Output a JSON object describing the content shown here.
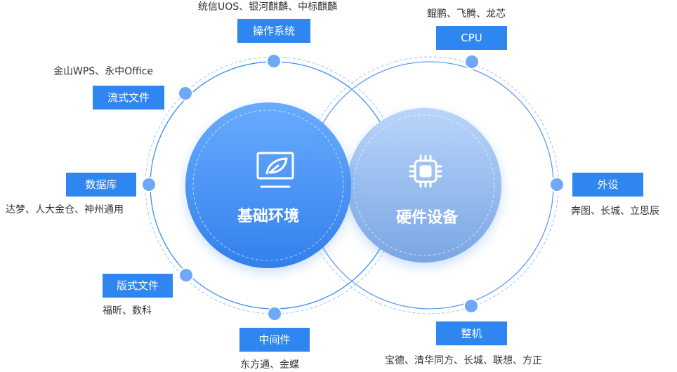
{
  "colors": {
    "primary": "#2f86f0",
    "left_circle_top": "#5fa8ff",
    "left_circle_bottom": "#2f7fee",
    "right_circle_top": "#b7d4fa",
    "right_circle_bottom": "#7ea9e6",
    "ring": "#3d8ef2",
    "dot": "#6aa6f7"
  },
  "center": {
    "left_label": "基础环境",
    "right_label": "硬件设备",
    "left_icon": "monitor-leaf-icon",
    "right_icon": "chip-icon"
  },
  "nodes": {
    "os": {
      "label": "操作系统",
      "desc": "统信UOS、银河麒麟、中标麒麟"
    },
    "flow_doc": {
      "label": "流式文件",
      "desc": "金山WPS、永中Office"
    },
    "database": {
      "label": "数据库",
      "desc": "达梦、人大金仓、神州通用"
    },
    "layout_doc": {
      "label": "版式文件",
      "desc": "福昕、数科"
    },
    "middleware": {
      "label": "中间件",
      "desc": "东方通、金蝶"
    },
    "cpu": {
      "label": "CPU",
      "desc": "鲲鹏、飞腾、龙芯"
    },
    "peripheral": {
      "label": "外设",
      "desc": "奔图、长城、立思辰"
    },
    "machine": {
      "label": "整机",
      "desc": "宝德、清华同方、长城、联想、方正"
    }
  }
}
